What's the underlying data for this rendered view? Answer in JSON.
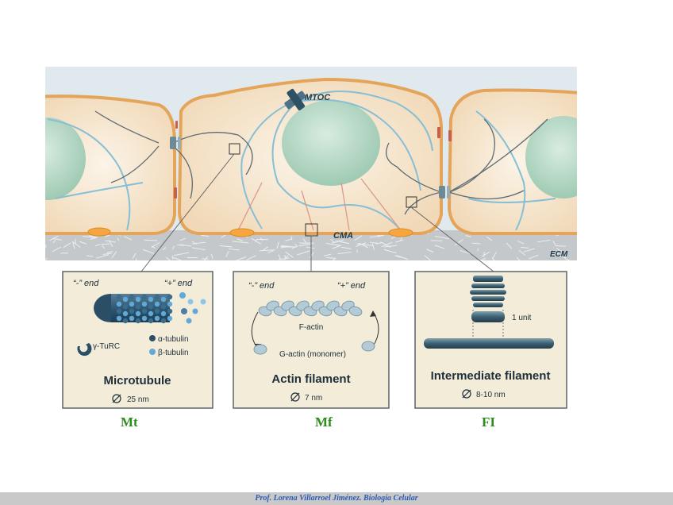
{
  "diagram": {
    "labels": {
      "mtoc": "MTOC",
      "cma": "CMA",
      "ecm": "ECM"
    },
    "panels": [
      {
        "id": "microtubule",
        "minus_end": "“-” end",
        "plus_end": "“+” end",
        "legend_gamma": "γ-TuRC",
        "legend_alpha": "α-tubulin",
        "legend_beta": "β-tubulin",
        "title": "Microtubule",
        "diameter": "25 nm",
        "bottom_label": "Mt"
      },
      {
        "id": "actin",
        "minus_end": "“-” end",
        "plus_end": "“+” end",
        "f_actin": "F-actin",
        "g_actin": "G-actin (monomer)",
        "title": "Actin filament",
        "diameter": "7 nm",
        "bottom_label": "Mf"
      },
      {
        "id": "intermediate",
        "unit": "1 unit",
        "title": "Intermediate filament",
        "diameter": "8-10 nm",
        "bottom_label": "FI"
      }
    ],
    "colors": {
      "cell_fill": "#f6ead6",
      "cell_border": "#e8b46c",
      "nucleus": "#b9d9c6",
      "ecm": "#c6c9cc",
      "microtubule_line": "#7fb8d0",
      "actin_line": "#d99a8a",
      "if_line": "#5a6870",
      "bottom_label": "#2e8b1e",
      "footer_text": "#2a5bb5"
    }
  },
  "footer": {
    "text": "Prof. Lorena Villarroel Jiménez. Biología Celular"
  }
}
